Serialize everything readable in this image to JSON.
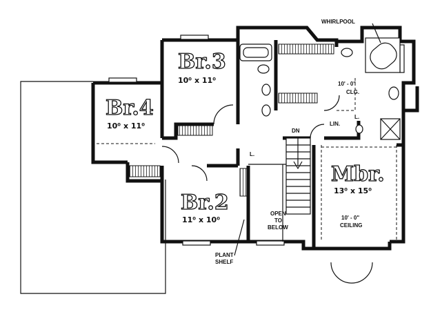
{
  "labels": {
    "whirlpool": "WHIRLPOOL",
    "clg_height": "10' - 0\"",
    "clg": "CLG.",
    "lin": "LIN.",
    "dn": "DN",
    "l_closet": "L.",
    "l_closet_2": "L.",
    "open_line1": "OPEN",
    "open_line2": "TO",
    "open_line3": "BELOW",
    "ceiling_height": "10' - 0\"",
    "ceiling": "CEILING",
    "plant_line1": "PLANT",
    "plant_line2": "SHELF"
  },
  "rooms": {
    "br3": {
      "name": "Br.3",
      "dims": "10⁰ x 11⁰"
    },
    "br4": {
      "name": "Br.4",
      "dims": "10⁰ x 11⁰"
    },
    "br2": {
      "name": "Br.2",
      "dims": "11⁰ x 10⁰"
    },
    "mbr": {
      "name": "Mbr.",
      "dims": "13⁰ x 15⁰"
    }
  }
}
